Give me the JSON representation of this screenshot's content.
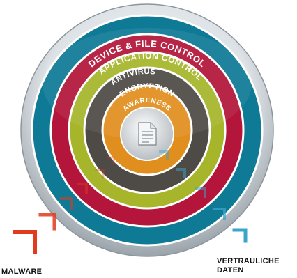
{
  "rings": [
    {
      "id": "device-file-control",
      "label": "DEVICE & FILE CONTROL",
      "color": "#0e7a96"
    },
    {
      "id": "application-control",
      "label": "APPLICATION CONTROL",
      "color": "#b3163a"
    },
    {
      "id": "antivirus",
      "label": "ANTIVIRUS",
      "color": "#a6b52a"
    },
    {
      "id": "encryption",
      "label": "ENCRYPTION",
      "color": "#4e4a45"
    },
    {
      "id": "awareness",
      "label": "AWARENESS",
      "color": "#e08f1e"
    }
  ],
  "core_icon": "document-icon",
  "labels": {
    "malware": "MALWARE",
    "daten_line1": "VERTRAULICHE",
    "daten_line2": "DATEN"
  },
  "colors": {
    "silver_rim": "#c9cfd4",
    "malware_arrow": "#e23a1e",
    "daten_arrow": "#3aa5c9"
  }
}
